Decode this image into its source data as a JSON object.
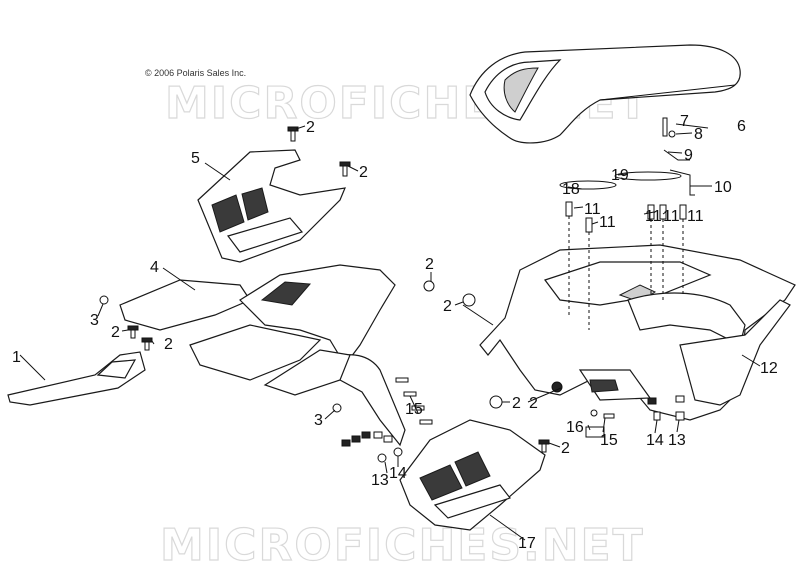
{
  "copyright": "© 2006 Polaris Sales Inc.",
  "watermarks": [
    "MICROFICHES.NET",
    "MICROFICHES.NET"
  ],
  "callouts": [
    {
      "id": "c2a",
      "text": "2"
    },
    {
      "id": "c5",
      "text": "5"
    },
    {
      "id": "c2b",
      "text": "2"
    },
    {
      "id": "c6",
      "text": "6"
    },
    {
      "id": "c7",
      "text": "7"
    },
    {
      "id": "c8",
      "text": "8"
    },
    {
      "id": "c9",
      "text": "9"
    },
    {
      "id": "c10",
      "text": "10"
    },
    {
      "id": "c18",
      "text": "18"
    },
    {
      "id": "c19",
      "text": "19"
    },
    {
      "id": "c11a",
      "text": "11"
    },
    {
      "id": "c11b",
      "text": "11"
    },
    {
      "id": "c11c",
      "text": "11"
    },
    {
      "id": "c11d",
      "text": "11"
    },
    {
      "id": "c11e",
      "text": "11"
    },
    {
      "id": "c4",
      "text": "4"
    },
    {
      "id": "c2c",
      "text": "2"
    },
    {
      "id": "c2d",
      "text": "2"
    },
    {
      "id": "c3a",
      "text": "3"
    },
    {
      "id": "c2e",
      "text": "2"
    },
    {
      "id": "c2f",
      "text": "2"
    },
    {
      "id": "c1",
      "text": "1"
    },
    {
      "id": "c12",
      "text": "12"
    },
    {
      "id": "c3b",
      "text": "3"
    },
    {
      "id": "c15a",
      "text": "15"
    },
    {
      "id": "c2g",
      "text": "2"
    },
    {
      "id": "c2h",
      "text": "2"
    },
    {
      "id": "c16",
      "text": "16"
    },
    {
      "id": "c15b",
      "text": "15"
    },
    {
      "id": "c14a",
      "text": "14"
    },
    {
      "id": "c13a",
      "text": "13"
    },
    {
      "id": "c2i",
      "text": "2"
    },
    {
      "id": "c14b",
      "text": "14"
    },
    {
      "id": "c13b",
      "text": "13"
    },
    {
      "id": "c17",
      "text": "17"
    }
  ],
  "colors": {
    "line": "#1a1a1a",
    "watermark": "#d9d9d9",
    "background": "#ffffff"
  }
}
